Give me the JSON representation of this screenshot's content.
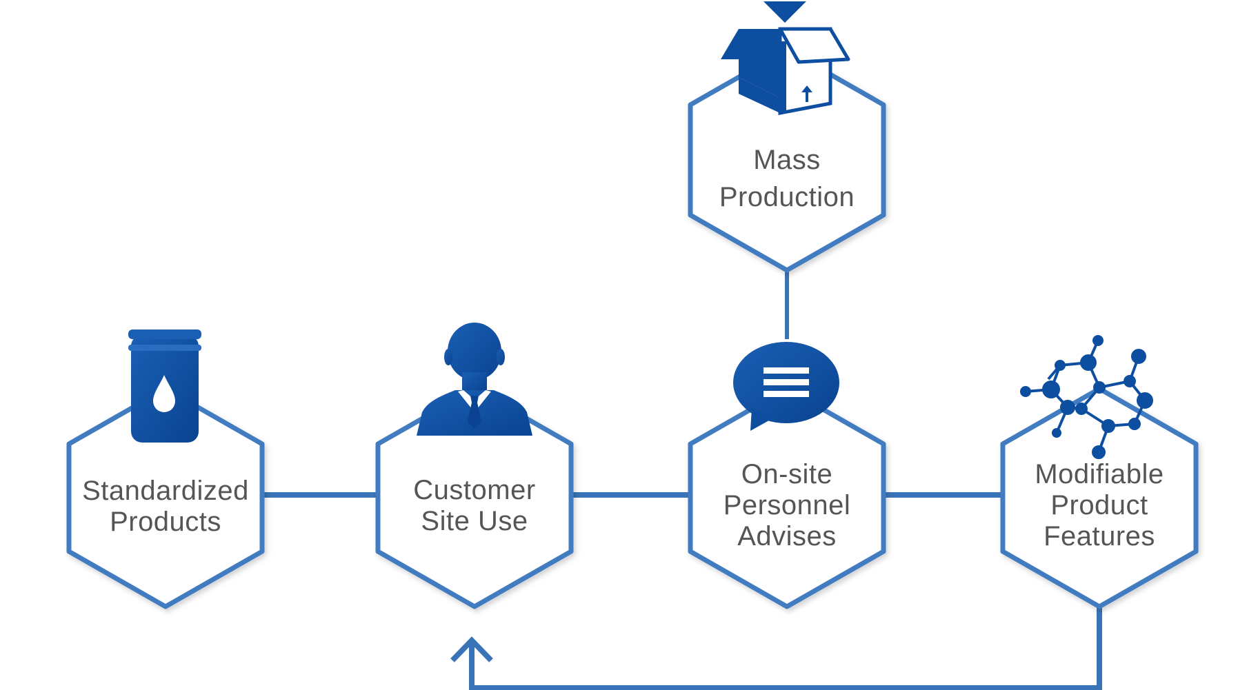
{
  "colors": {
    "primary": "#0d4ea0",
    "outline": "#3f7cbf",
    "connector": "#3a74b8",
    "text": "#555555"
  },
  "nodes": {
    "standardized": {
      "lines": [
        "Standardized",
        "Products"
      ],
      "icon": "barrel-droplet-icon"
    },
    "customer": {
      "lines": [
        "Customer",
        "Site Use"
      ],
      "icon": "businessman-icon"
    },
    "onsite": {
      "lines": [
        "On-site",
        "Personnel",
        "Advises"
      ],
      "icon": "speech-bubble-icon"
    },
    "modifiable": {
      "lines": [
        "Modifiable",
        "Product",
        "Features"
      ],
      "icon": "molecule-icon"
    },
    "mass": {
      "lines": [
        "Mass",
        "Production"
      ],
      "icon": "open-box-icon"
    }
  }
}
